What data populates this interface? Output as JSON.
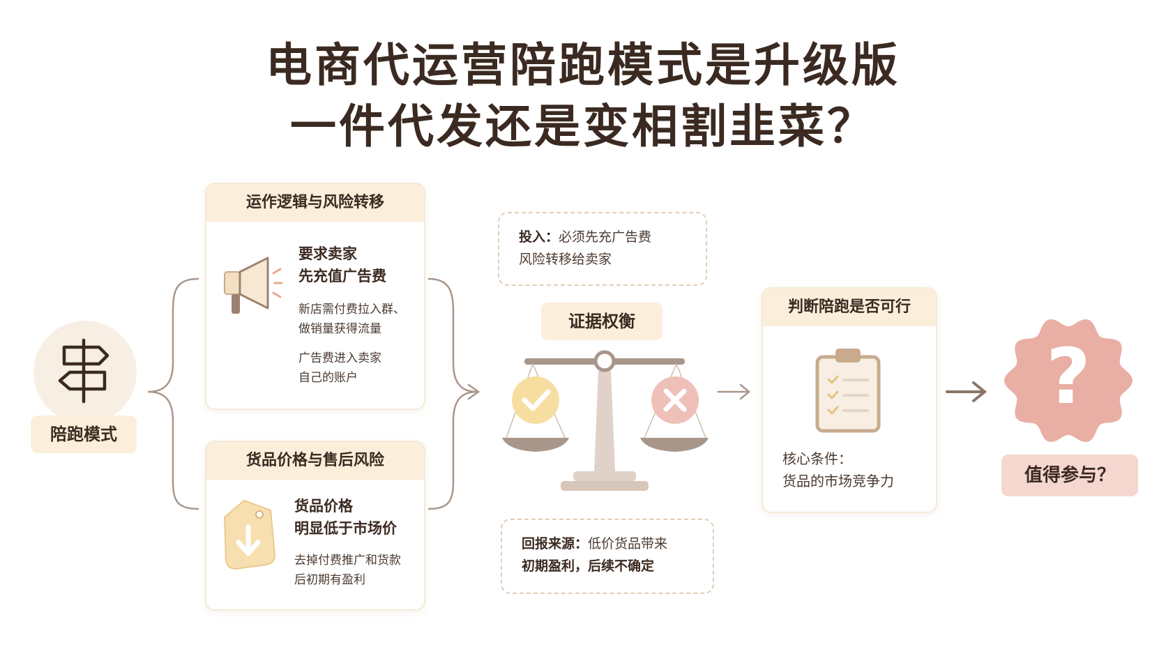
{
  "title": {
    "line1": "电商代运营陪跑模式是升级版",
    "line2": "一件代发还是变相割韭菜？"
  },
  "start_node": {
    "label": "陪跑模式",
    "icon": "signpost-icon"
  },
  "card_operation": {
    "header": "运作逻辑与风险转移",
    "heading_line1": "要求卖家",
    "heading_line2": "先充值广告费",
    "detail1_line1": "新店需付费拉入群、",
    "detail1_line2": "做销量获得流量",
    "detail2_line1": "广告费进入卖家",
    "detail2_line2": "自己的账户",
    "icon": "megaphone-icon"
  },
  "card_goods": {
    "header": "货品价格与售后风险",
    "heading_line1": "货品价格",
    "heading_line2": "明显低于市场价",
    "detail_line1": "去掉付费推广和货款",
    "detail_line2": "后初期有盈利",
    "icon": "price-tag-down-icon"
  },
  "evidence": {
    "input_label": "投入：",
    "input_line1": "必须先充广告费",
    "input_line2": "风险转移给卖家",
    "weigh_label": "证据权衡",
    "return_label": "回报来源：",
    "return_line1": "低价货品带来",
    "return_line2": "初期盈利，后续不确定",
    "icon": "balance-scale-icon"
  },
  "judge_card": {
    "header": "判断陪跑是否可行",
    "line1": "核心条件：",
    "line2": "货品的市场竞争力",
    "icon": "clipboard-checklist-icon"
  },
  "end_node": {
    "label": "值得参与？",
    "icon": "question-badge-icon"
  },
  "colors": {
    "header_bg": "#fbeedb",
    "text_dark": "#3b2a21",
    "connector": "#a8968a",
    "check_yellow": "#f6dea0",
    "cross_pink": "#efc0b8",
    "badge_pink": "#e9aea4"
  }
}
